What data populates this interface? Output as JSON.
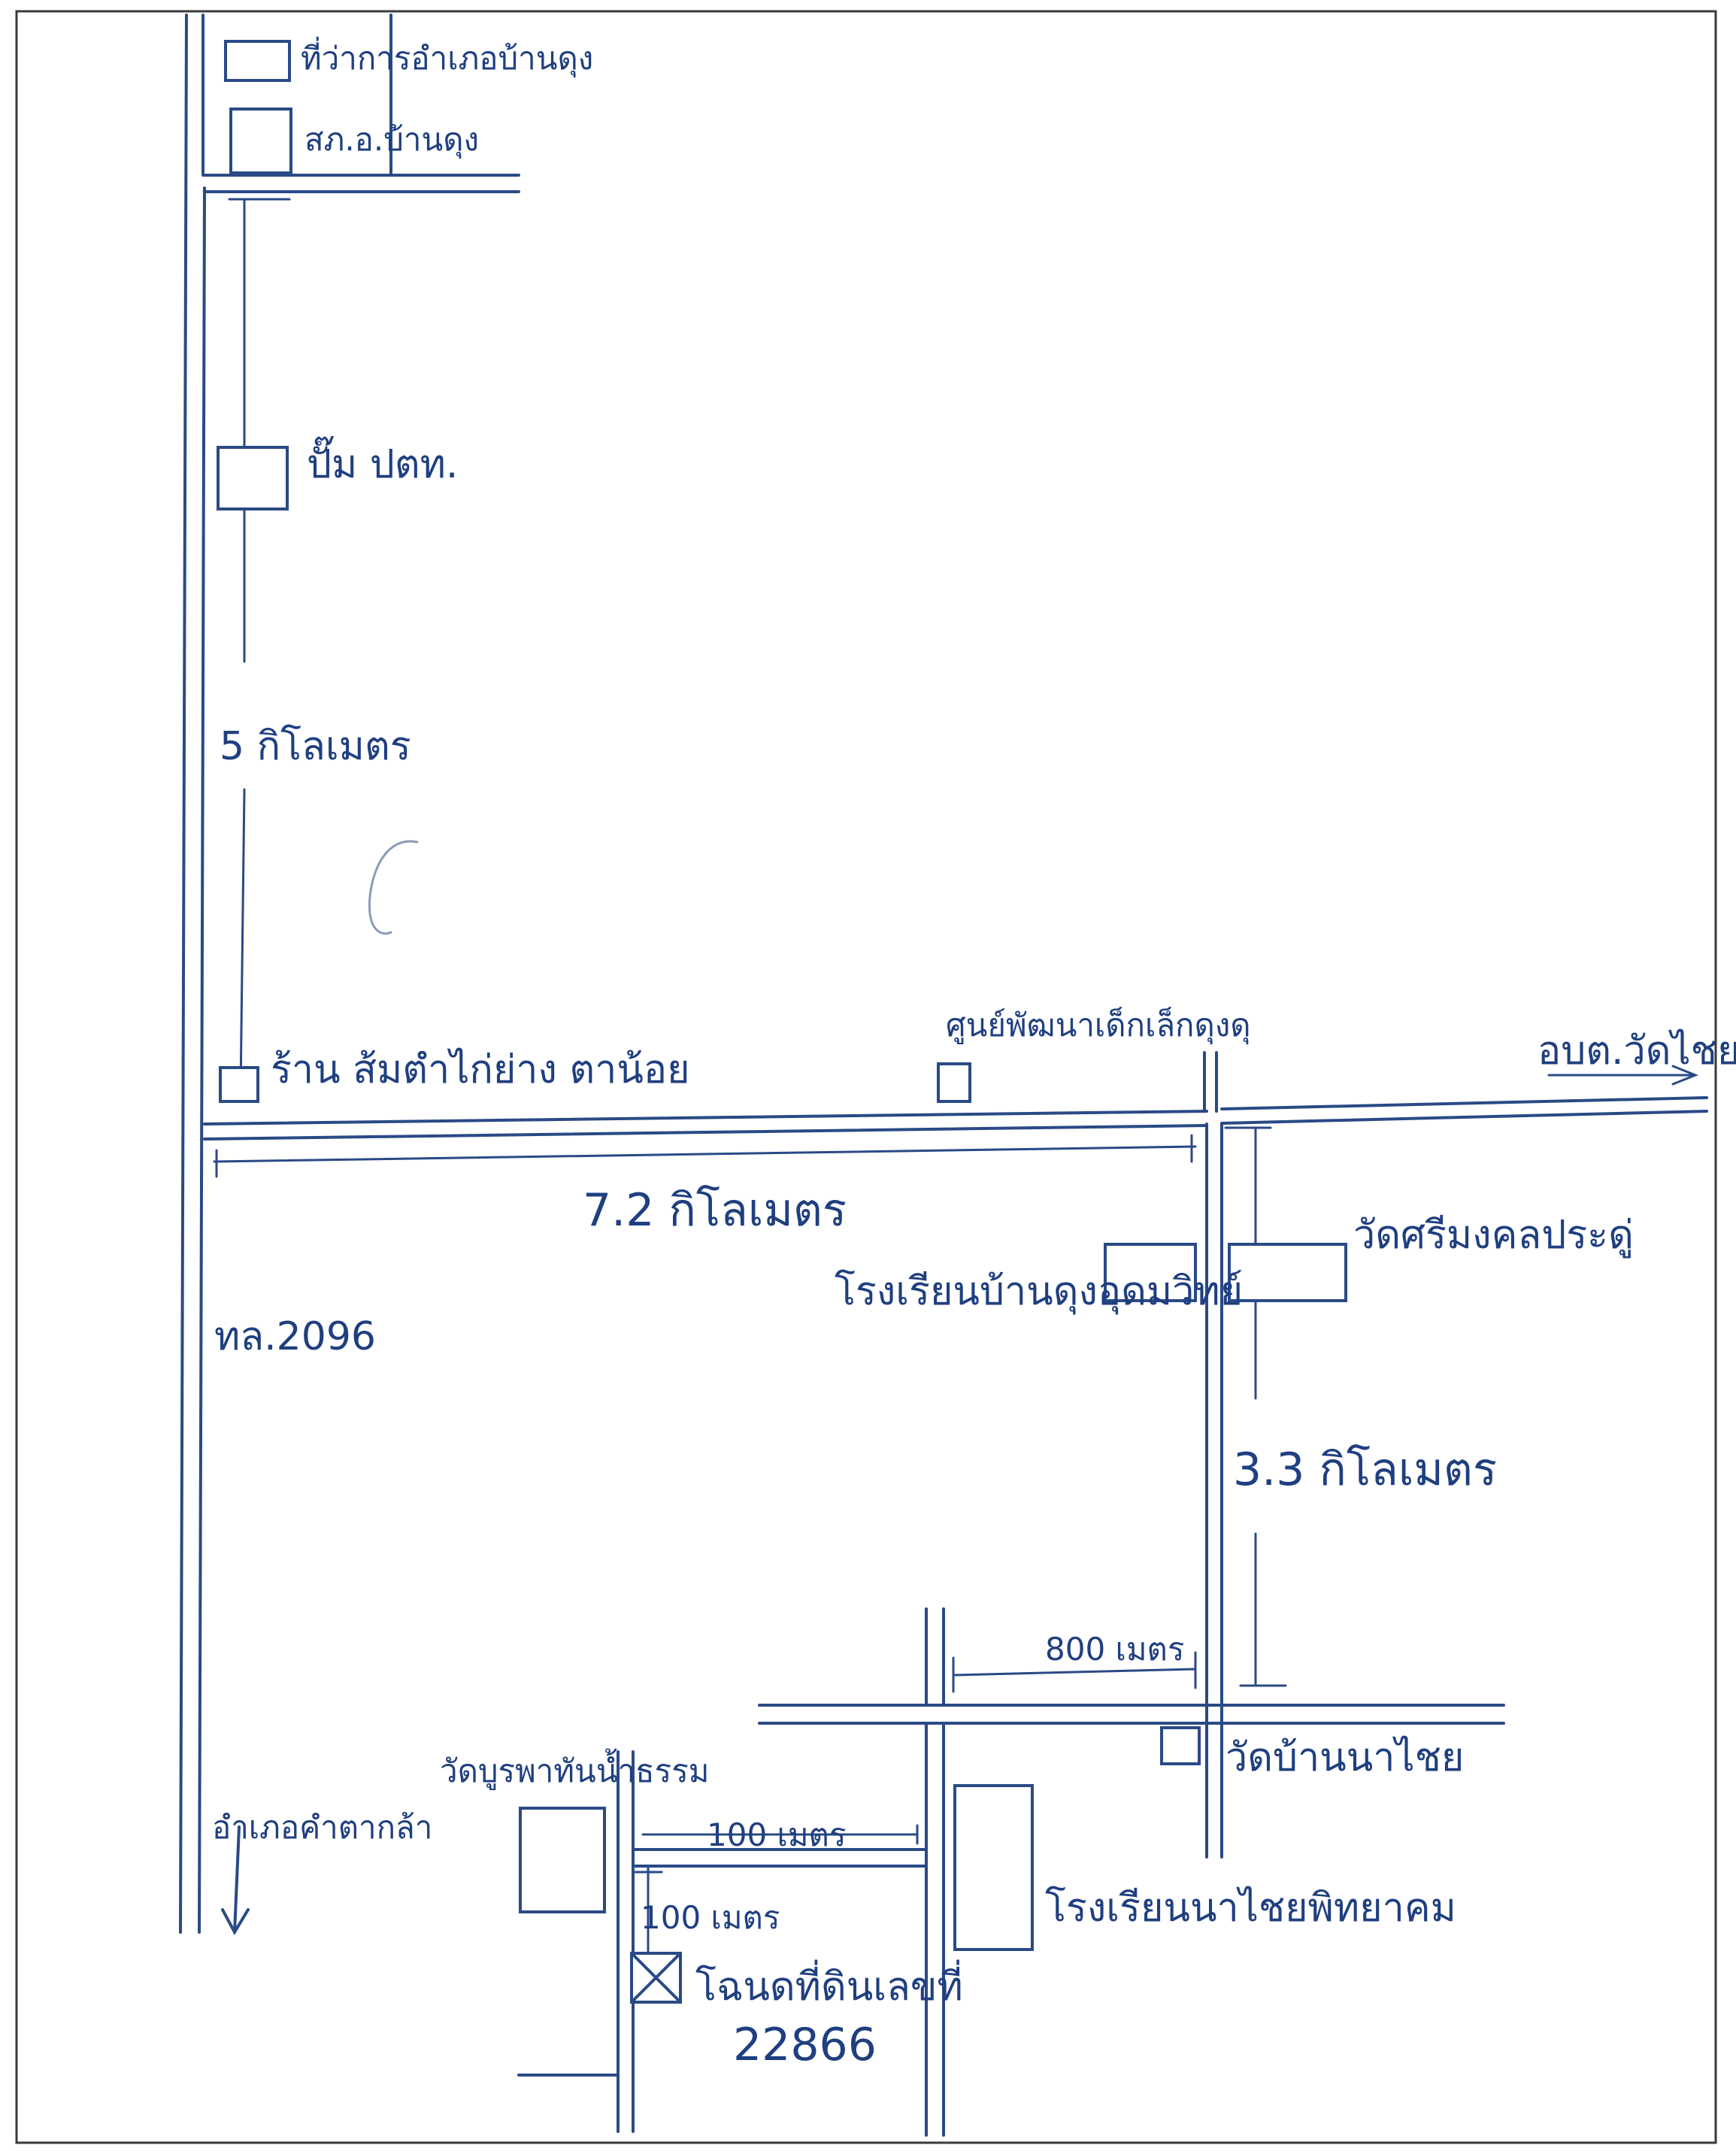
{
  "map": {
    "labels": {
      "district_office": "ที่ว่าการอำเภอบ้านดุง",
      "police_station": "สภ.อ.บ้านดุง",
      "ptt_station": "ปั๊ม ปตท.",
      "distance_5km": "5 กิโลเมตร",
      "grilled_chicken_shop": "ร้าน ส้มตำไก่ย่าง ตาน้อย",
      "child_center": "ศูนย์พัฒนาเด็กเล็กดุงดุ",
      "to_wat_chai": "อบต.วัดไชย",
      "distance_7_2km": "7.2 กิโลเมตร",
      "school_ban_dung": "โรงเรียนบ้านดุงอุดมวิทย์",
      "wat_sri_mongkol": "วัดศรีมงคลประดู่",
      "route_2096": "ทล.2096",
      "distance_3_3km": "3.3 กิโลเมตร",
      "distance_800m": "800 เมตร",
      "wat_ban_na_chai": "วัดบ้านนาไชย",
      "wat_bu_than": "วัดบูรพาทันน้ำธรรม",
      "to_kham_ta_kla": "อำเภอคำตากล้า",
      "distance_100m_h": "100 เมตร",
      "distance_100m_v": "100 เมตร",
      "school_na_chai": "โรงเรียนนาไชยพิทยาคม",
      "location_label": "โฉนดที่ดินเลขที่",
      "deed_number": "22866"
    },
    "icons": {
      "arrow_down": "arrow-down-icon",
      "target_marker": "crossed-box-icon",
      "stray_mark": "c-shape-mark"
    },
    "colors": {
      "ink": "#2a4a86",
      "text": "#1f3f80",
      "frame": "#3a3a3a",
      "paper": "#ffffff"
    }
  }
}
